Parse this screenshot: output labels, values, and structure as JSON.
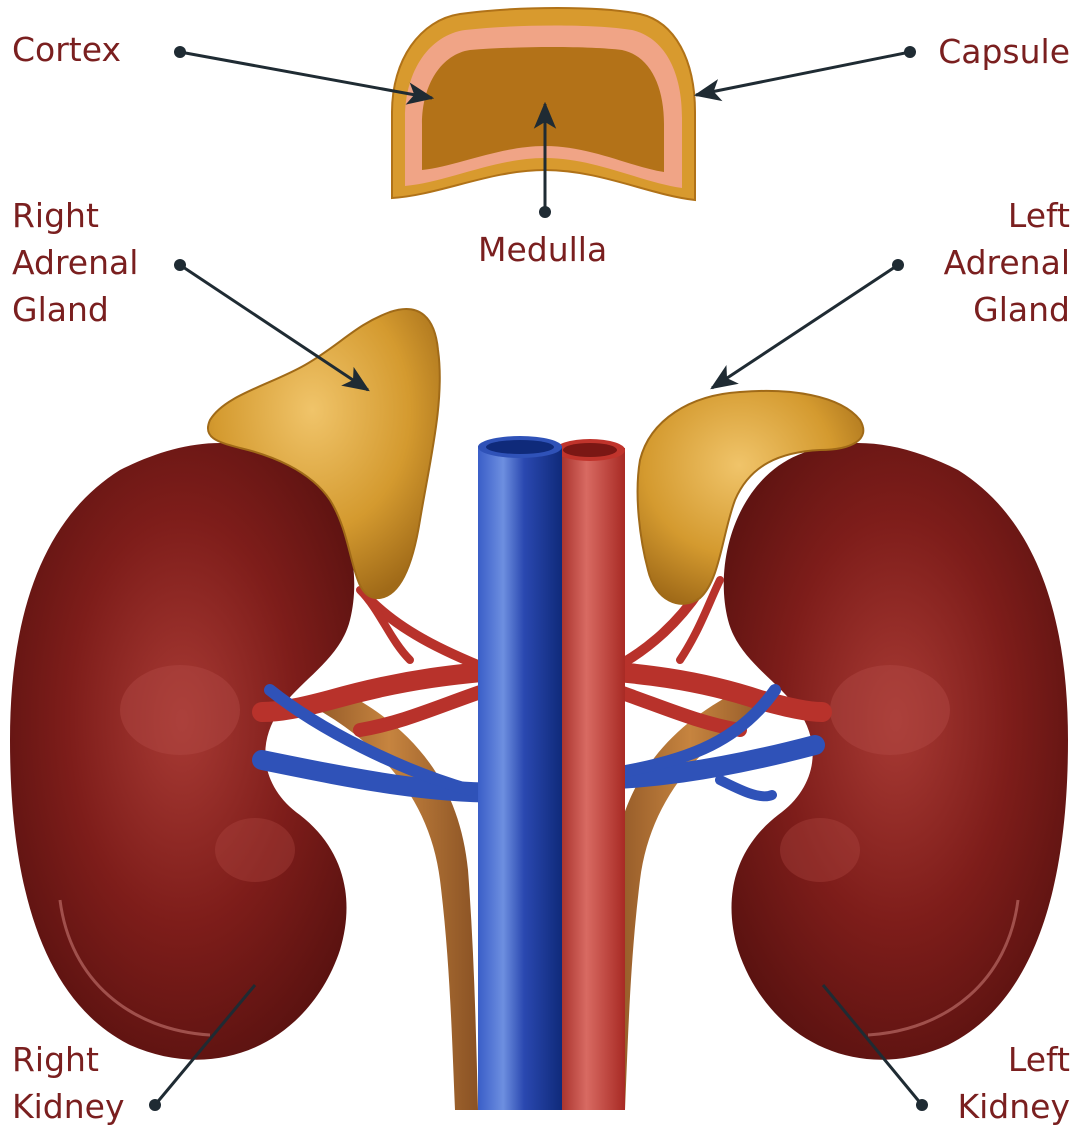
{
  "labels": {
    "cortex": "Cortex",
    "capsule": "Capsule",
    "medulla": "Medulla",
    "right_adrenal_gland": "Right\nAdrenal\nGland",
    "left_adrenal_gland": "Left\nAdrenal\nGland",
    "right_kidney": "Right\nKidney",
    "left_kidney": "Left\nKidney"
  },
  "colors": {
    "label_text": "#7a1f1f",
    "pointer": "#1f2b33",
    "kidney": "#7e1d1a",
    "adrenal": "#d69a2c",
    "artery": "#b8322b",
    "vein": "#2f52b8",
    "ureter": "#a86a2d"
  }
}
